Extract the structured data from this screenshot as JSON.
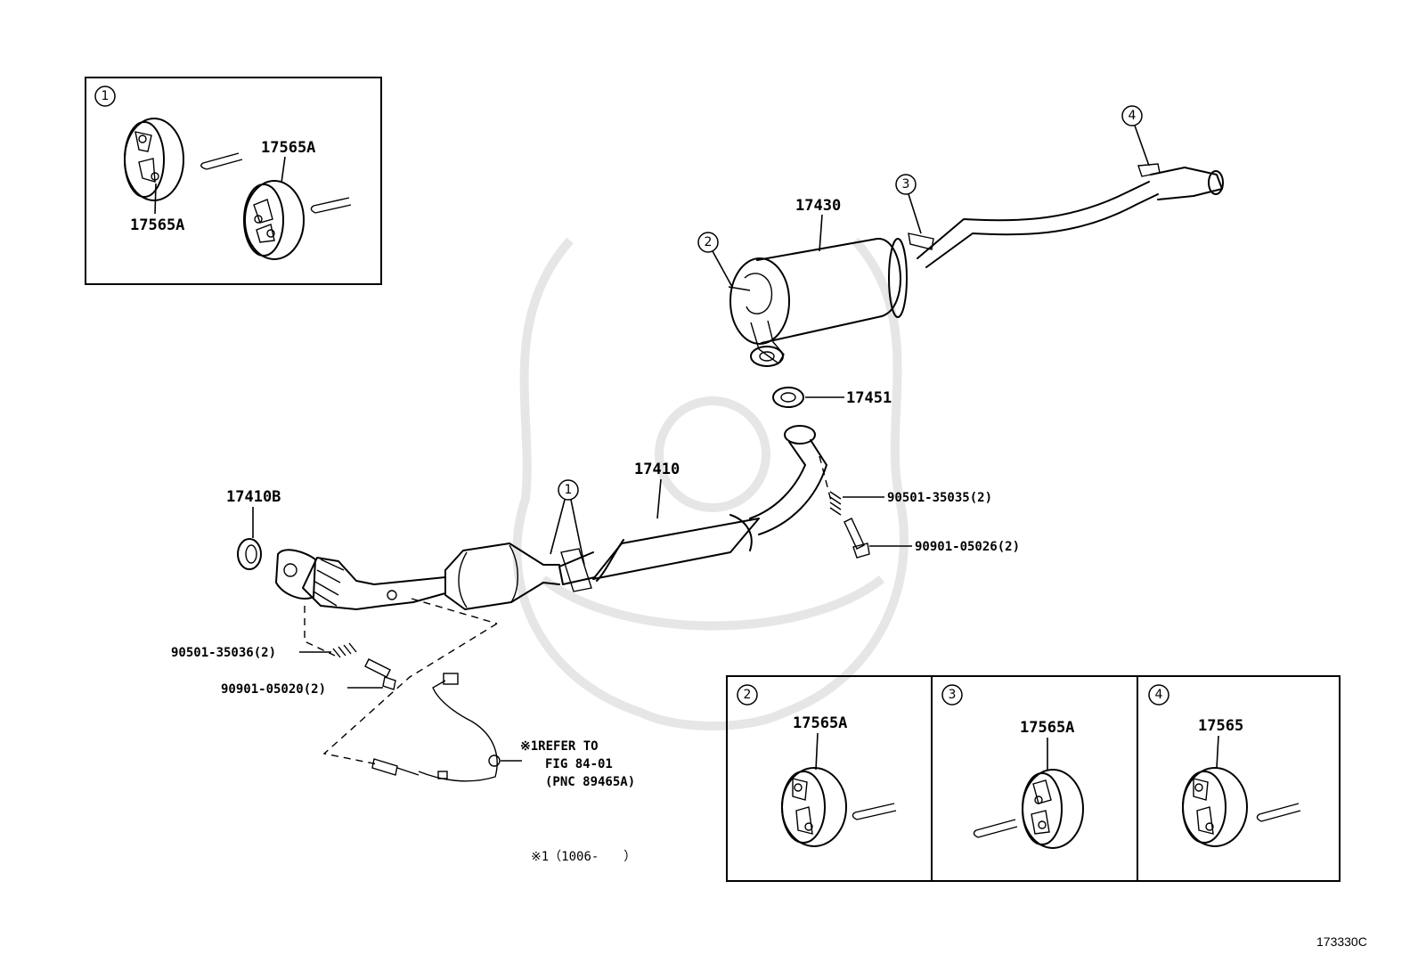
{
  "figure_id": "173330C",
  "parts": {
    "muffler": "17430",
    "gasket_tail": "17451",
    "front_pipe": "17410",
    "gasket_front": "17410B",
    "spring_rear": "90501-35035(2)",
    "bolt_rear": "90901-05026(2)",
    "spring_front": "90501-35036(2)",
    "bolt_front": "90901-05020(2)"
  },
  "callouts": [
    "1",
    "2",
    "3",
    "4"
  ],
  "boxes": {
    "box1": {
      "num": "1",
      "label_a": "17565A",
      "label_b": "17565A"
    },
    "box2": {
      "num": "2",
      "label": "17565A"
    },
    "box3": {
      "num": "3",
      "label": "17565A"
    },
    "box4": {
      "num": "4",
      "label": "17565"
    }
  },
  "refer_note": {
    "line1": "※1REFER TO",
    "line2": "FIG 84-01",
    "line3": "(PNC 89465A)"
  },
  "footnote": "※1（1006-　　）"
}
